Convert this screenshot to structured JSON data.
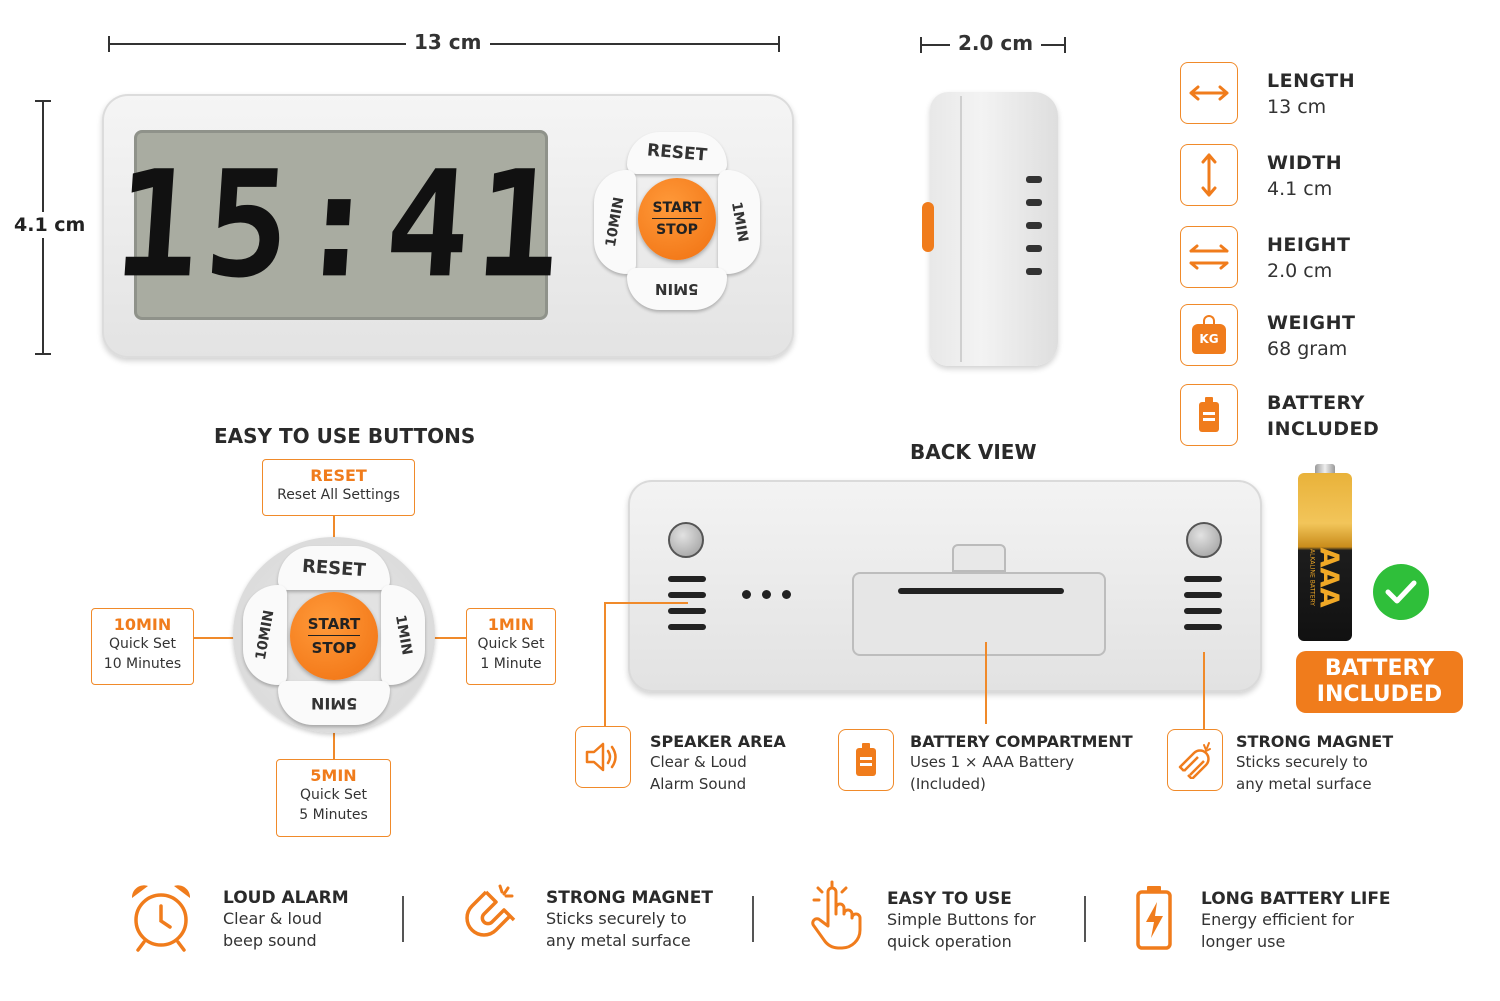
{
  "dimensions": {
    "length_top": "13 cm",
    "depth_top": "2.0 cm",
    "height_side": "4.1 cm"
  },
  "display": {
    "time": "15:41"
  },
  "buttons": {
    "reset": "RESET",
    "start": "START",
    "stop": "STOP",
    "ten": "10MIN",
    "one": "1MIN",
    "five": "5MIN"
  },
  "specs": [
    {
      "title": "LENGTH",
      "value": "13 cm",
      "icon": "horizontal-arrow-icon"
    },
    {
      "title": "WIDTH",
      "value": "4.1 cm",
      "icon": "vertical-arrow-icon"
    },
    {
      "title": "HEIGHT",
      "value": "2.0 cm",
      "icon": "double-arrow-icon"
    },
    {
      "title": "WEIGHT",
      "value": "68 gram",
      "icon": "kg-weight-icon"
    },
    {
      "title": "BATTERY",
      "value": "INCLUDED",
      "icon": "battery-icon"
    }
  ],
  "weight_icon_label": "KG",
  "easy_section": {
    "title": "EASY TO USE BUTTONS",
    "reset": {
      "title": "RESET",
      "desc": "Reset All Settings"
    },
    "ten": {
      "title": "10MIN",
      "desc1": "Quick Set",
      "desc2": "10 Minutes"
    },
    "one": {
      "title": "1MIN",
      "desc1": "Quick Set",
      "desc2": "1 Minute"
    },
    "five": {
      "title": "5MIN",
      "desc1": "Quick Set",
      "desc2": "5 Minutes"
    }
  },
  "back_view": {
    "title": "BACK VIEW"
  },
  "battery": {
    "label1": "AAA",
    "label2": "ALKALINE BATTERY",
    "badge1": "BATTERY",
    "badge2": "INCLUDED"
  },
  "features": [
    {
      "title": "SPEAKER AREA",
      "desc1": "Clear & Loud",
      "desc2": "Alarm Sound",
      "icon": "speaker-icon"
    },
    {
      "title": "BATTERY COMPARTMENT",
      "desc1": "Uses 1 × AAA Battery",
      "desc2": "(Included)",
      "icon": "battery-icon"
    },
    {
      "title": "STRONG MAGNET",
      "desc1": "Sticks securely to",
      "desc2": "any metal surface",
      "icon": "magnet-icon"
    }
  ],
  "bottom": [
    {
      "title": "LOUD ALARM",
      "desc1": "Clear & loud",
      "desc2": "beep sound",
      "icon": "alarm-clock-icon"
    },
    {
      "title": "STRONG MAGNET",
      "desc1": "Sticks securely to",
      "desc2": "any metal surface",
      "icon": "magnet-icon"
    },
    {
      "title": "EASY TO USE",
      "desc1": "Simple Buttons for",
      "desc2": "quick operation",
      "icon": "tap-hand-icon"
    },
    {
      "title": "LONG BATTERY LIFE",
      "desc1": "Energy efficient for",
      "desc2": "longer use",
      "icon": "battery-bolt-icon"
    }
  ],
  "colors": {
    "accent": "#f07c1c",
    "body": "#efefef",
    "lcd": "#a7aa9f",
    "check": "#2fbf3a"
  }
}
